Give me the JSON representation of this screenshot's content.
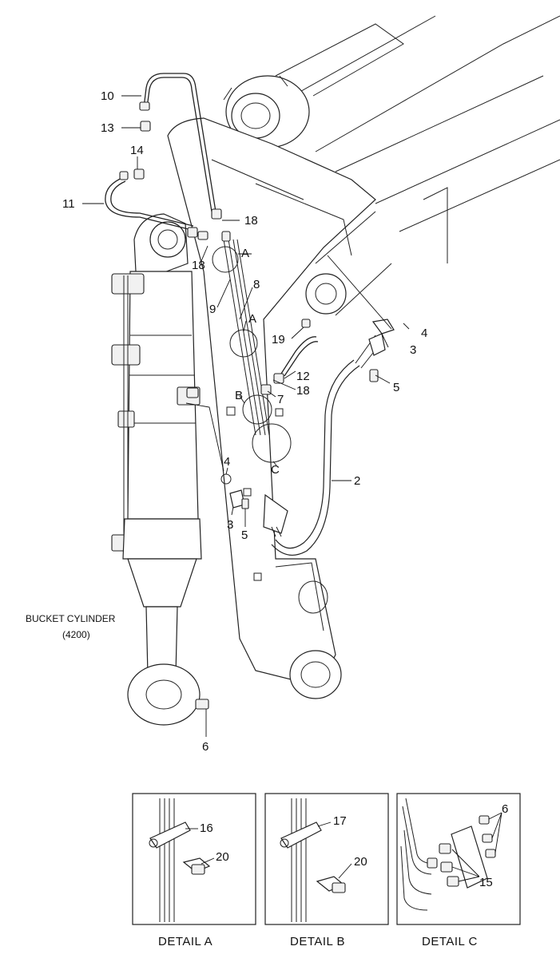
{
  "callouts": {
    "p10": "10",
    "p13": "13",
    "p14": "14",
    "p11": "11",
    "p18a": "18",
    "p18b": "18",
    "p18c": "18",
    "detA1": "A",
    "detA2": "A",
    "detB": "B",
    "detC": "C",
    "p8": "8",
    "p9": "9",
    "p19": "19",
    "p12": "12",
    "p7": "7",
    "p4a": "4",
    "p3a": "3",
    "p5a": "5",
    "p2": "2",
    "p4b": "4",
    "p3b": "3",
    "p5b": "5",
    "p6": "6"
  },
  "cylinder_label": {
    "line1": "BUCKET CYLINDER",
    "line2": "(4200)"
  },
  "details": [
    {
      "caption": "DETAIL  A",
      "callouts": [
        "16",
        "20"
      ]
    },
    {
      "caption": "DETAIL  B",
      "callouts": [
        "17",
        "20"
      ]
    },
    {
      "caption": "DETAIL  C",
      "callouts": [
        "6",
        "15"
      ]
    }
  ]
}
